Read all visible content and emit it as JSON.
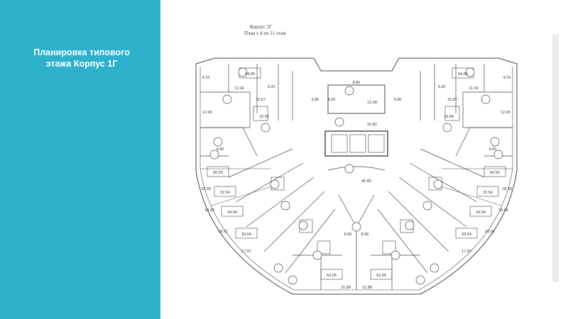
{
  "slide": {
    "title_line1": "Планировка типового",
    "title_line2": "этажа Корпус 1Г",
    "panel_color": "#2cb0cc"
  },
  "plan": {
    "header_line1": "Корпус 1Г",
    "header_line2": "План с 4 по 11 этаж",
    "labels": [
      {
        "id": "a-54-95-l",
        "text": "54.95"
      },
      {
        "id": "a-54-95-r",
        "text": "54.95"
      },
      {
        "id": "a-11-04-l",
        "text": "11.04"
      },
      {
        "id": "a-11-04-r",
        "text": "11.04"
      },
      {
        "id": "a-12-65-l",
        "text": "12.65"
      },
      {
        "id": "a-12-65-r",
        "text": "12.65"
      },
      {
        "id": "a-60-55-l",
        "text": "60.55"
      },
      {
        "id": "a-60-55-r",
        "text": "60.55"
      },
      {
        "id": "a-32-54-l",
        "text": "32.54"
      },
      {
        "id": "a-32-54-r",
        "text": "32.54"
      },
      {
        "id": "a-34-08-l",
        "text": "34.08"
      },
      {
        "id": "a-34-08-r",
        "text": "34.08"
      },
      {
        "id": "a-33-04-l",
        "text": "33.04"
      },
      {
        "id": "a-33-04-r",
        "text": "33.04"
      },
      {
        "id": "a-53-95-l",
        "text": "53.95"
      },
      {
        "id": "a-53-96-r",
        "text": "53.96"
      },
      {
        "id": "a-21-88-l",
        "text": "21.88"
      },
      {
        "id": "a-21-88-r",
        "text": "21.88"
      },
      {
        "id": "a-95-80",
        "text": "95.80"
      },
      {
        "id": "a-15-82",
        "text": "15.82"
      },
      {
        "id": "a-8-90",
        "text": "8.90"
      },
      {
        "id": "a-13-38",
        "text": "13.38"
      },
      {
        "id": "a-9-20-l",
        "text": "9.20"
      },
      {
        "id": "a-9-20-r",
        "text": "9.20"
      },
      {
        "id": "a-15-67-l",
        "text": "15.67"
      },
      {
        "id": "a-15-67-r",
        "text": "15.87"
      },
      {
        "id": "a-18-28-l",
        "text": "18.28"
      },
      {
        "id": "a-18-28-r",
        "text": "18.28"
      },
      {
        "id": "a-18-45-l",
        "text": "18.45"
      },
      {
        "id": "a-18-45-r",
        "text": "18.45"
      },
      {
        "id": "a-18-91-l",
        "text": "18.91"
      },
      {
        "id": "a-18-91-r",
        "text": "18.91"
      },
      {
        "id": "a-17-97-l",
        "text": "17.97"
      },
      {
        "id": "a-17-97-r",
        "text": "17.97"
      },
      {
        "id": "a-9-00-l",
        "text": "9.00"
      },
      {
        "id": "a-9-00-r",
        "text": "9.00"
      },
      {
        "id": "a-4-15-l",
        "text": "4.15"
      },
      {
        "id": "a-4-15-r",
        "text": "4.15"
      },
      {
        "id": "a-10-06-l",
        "text": "10.06"
      },
      {
        "id": "a-10-06-r",
        "text": "10.06"
      },
      {
        "id": "a-5-96-l",
        "text": "5.96"
      },
      {
        "id": "a-5-96-r",
        "text": "5.96"
      },
      {
        "id": "a-4-02",
        "text": "4.02"
      },
      {
        "id": "a-8-06-l",
        "text": "8.06"
      },
      {
        "id": "a-8-06-r",
        "text": "8.06"
      }
    ]
  }
}
